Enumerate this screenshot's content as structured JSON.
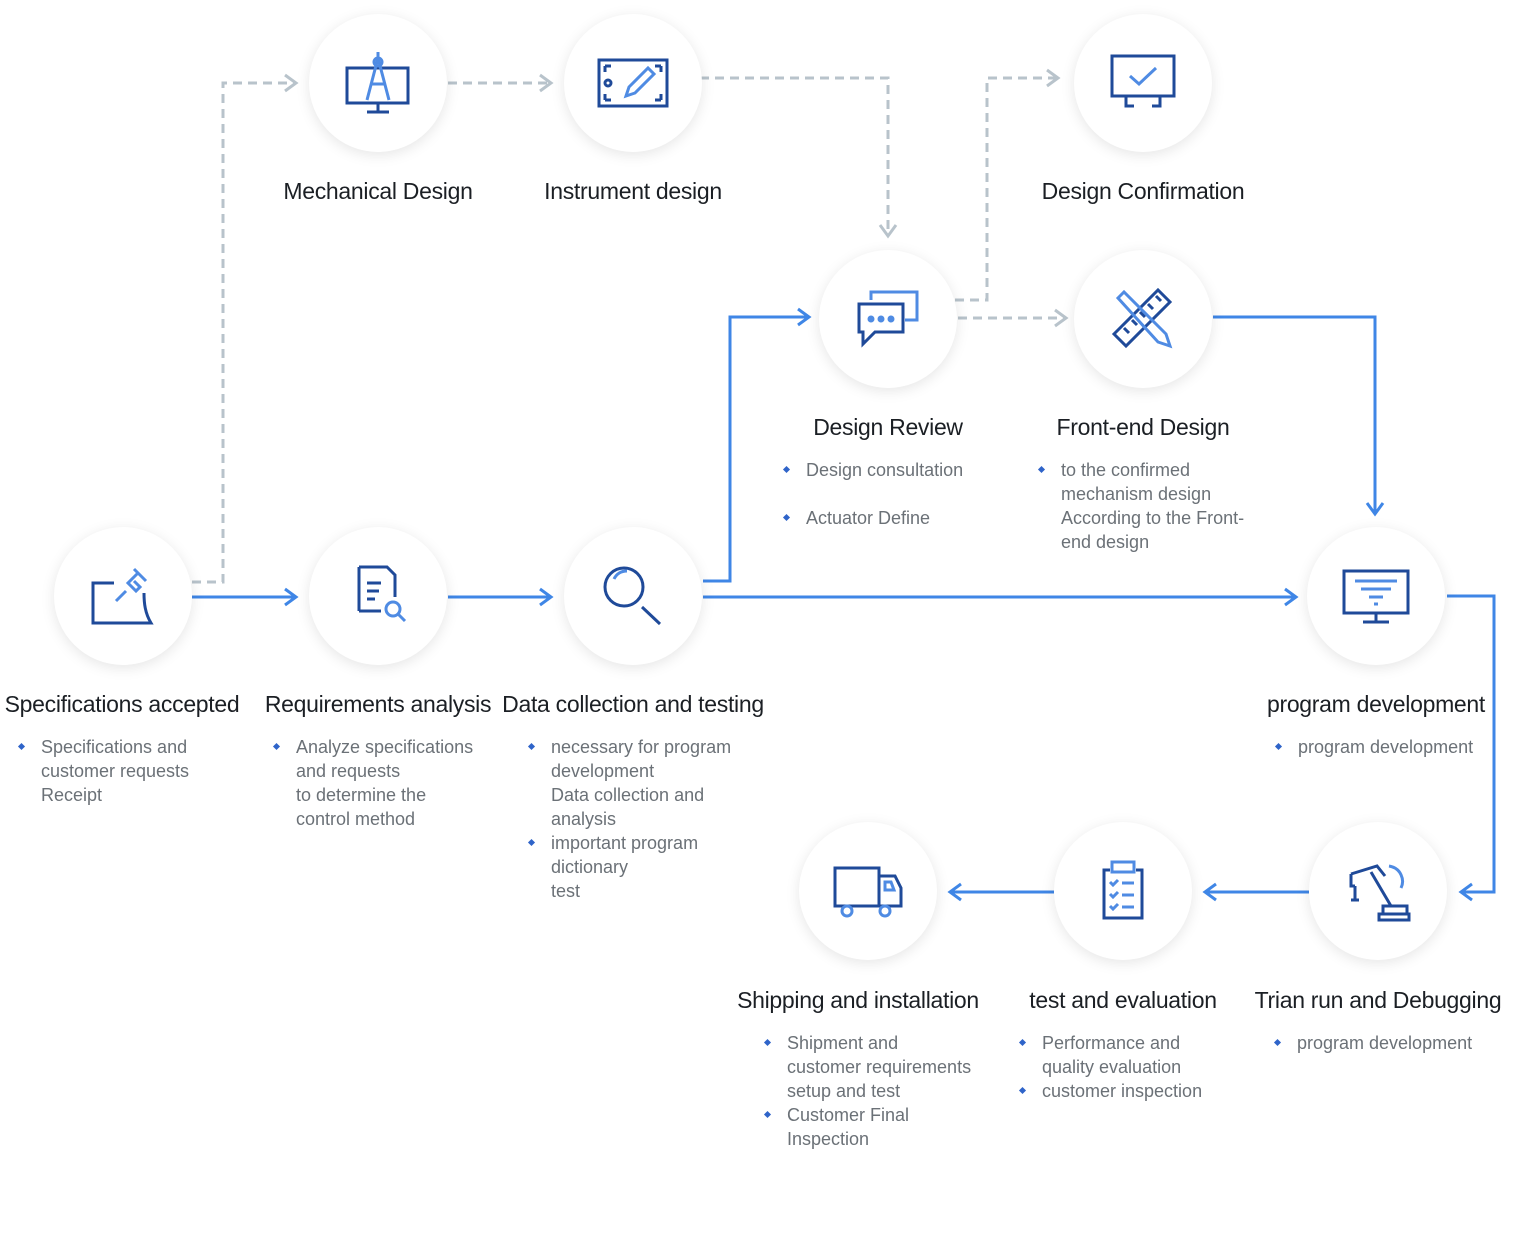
{
  "colors": {
    "solid_arrow": "#3f86e6",
    "dashed_arrow": "#b8c3cb",
    "icon_dark": "#1f4a99",
    "icon_light": "#4f8be3",
    "bullet": "#2f64c9"
  },
  "steps": {
    "mechanical": {
      "title": "Mechanical Design",
      "icon": "compass-monitor-icon"
    },
    "instrument": {
      "title": "Instrument design",
      "icon": "drawing-tablet-icon"
    },
    "confirmation": {
      "title": "Design Confirmation",
      "icon": "check-screen-icon"
    },
    "review": {
      "title": "Design Review",
      "icon": "chat-bubbles-icon",
      "bullets": [
        "Design consultation",
        "Actuator Define"
      ]
    },
    "frontend": {
      "title": "Front-end Design",
      "icon": "ruler-pencil-icon",
      "bullets": [
        "to the confirmed\nmechanism design\nAccording to the Front-\nend design"
      ]
    },
    "specs": {
      "title": "Specifications accepted",
      "icon": "pinned-note-icon",
      "bullets": [
        "Specifications and\ncustomer requests\nReceipt"
      ]
    },
    "requirements": {
      "title": "Requirements analysis",
      "icon": "document-search-icon",
      "bullets": [
        "Analyze specifications\nand requests\nto determine the\ncontrol method"
      ]
    },
    "datacollection": {
      "title": "Data collection and testing",
      "icon": "magnifier-icon",
      "bullets": [
        "necessary for program\ndevelopment\nData collection and\nanalysis",
        "important program\ndictionary\ntest"
      ]
    },
    "program": {
      "title": "program development",
      "icon": "monitor-icon",
      "bullets": [
        "program development"
      ]
    },
    "trial": {
      "title": "Trian run and Debugging",
      "icon": "robot-arm-icon",
      "bullets": [
        "program development"
      ]
    },
    "testeval": {
      "title": "test and evaluation",
      "icon": "checklist-icon",
      "bullets": [
        "Performance and\nquality evaluation",
        "customer inspection"
      ]
    },
    "shipping": {
      "title": "Shipping and installation",
      "icon": "truck-icon",
      "bullets": [
        "Shipment and\ncustomer requirements\nsetup and test",
        "Customer Final\nInspection"
      ]
    }
  }
}
